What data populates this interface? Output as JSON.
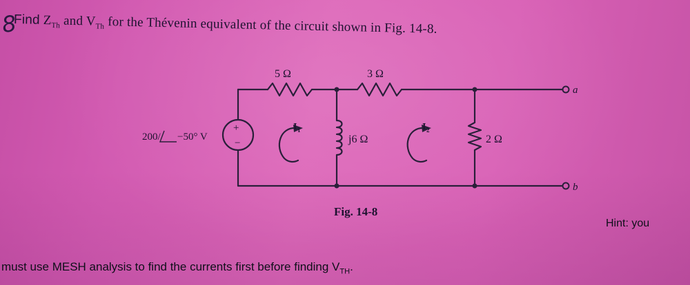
{
  "problem": {
    "number": "8",
    "find": "Find",
    "z_main": "Z",
    "z_sub": "Th",
    "and": "and",
    "v_main": "V",
    "v_sub": "Th",
    "rest": "for the Thévenin equivalent of the circuit shown in Fig. 14-8."
  },
  "circuit": {
    "resistor_5": "5 Ω",
    "resistor_3": "3 Ω",
    "inductor": "j6 Ω",
    "resistor_2": "2 Ω",
    "source_magnitude": "200/",
    "source_angle": "−50° V",
    "mesh_current_1": "I",
    "mesh_current_1_sub": "1",
    "mesh_current_2": "I",
    "mesh_current_2_sub": "2",
    "terminal_a": "a",
    "terminal_b": "b",
    "source_plus": "+",
    "source_minus": "−"
  },
  "figure_caption": "Fig. 14-8",
  "hint": {
    "right_text": "Hint: you",
    "bottom_text": "must use MESH analysis to find the currents first before finding V",
    "bottom_sub": "TH",
    "bottom_end": "."
  }
}
